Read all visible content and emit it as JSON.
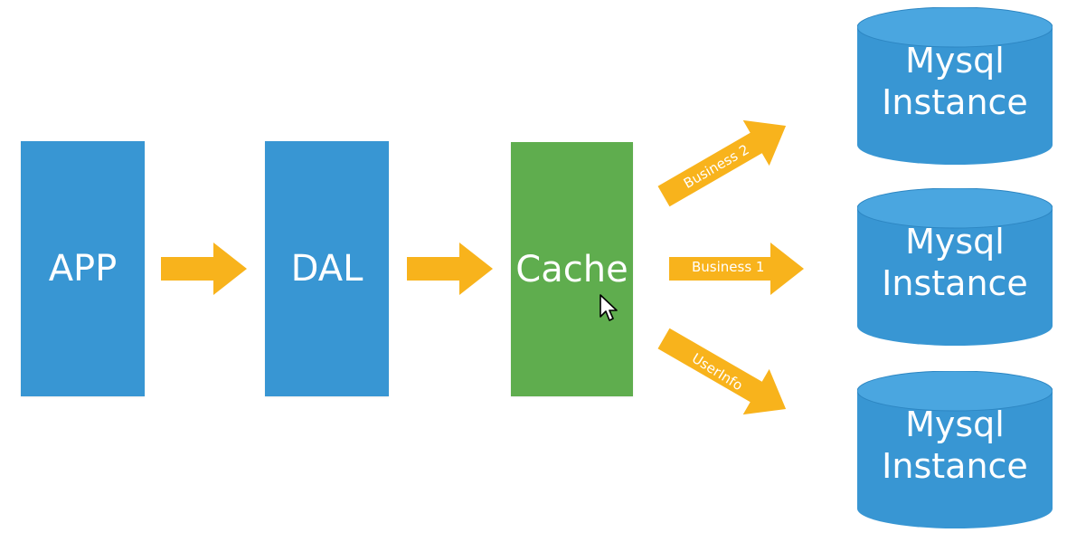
{
  "colors": {
    "blue": "#3896d3",
    "blue_top": "#4aa6e0",
    "blue_edge": "#2d86c2",
    "green": "#5fad4e",
    "arrow": "#f8b31c"
  },
  "nodes": {
    "app": "APP",
    "dal": "DAL",
    "cache": "Cache"
  },
  "routes": {
    "business2": "Business 2",
    "business1": "Business 1",
    "userinfo": "UserInfo"
  },
  "databases": [
    {
      "line1": "Mysql",
      "line2": "Instance"
    },
    {
      "line1": "Mysql",
      "line2": "Instance"
    },
    {
      "line1": "Mysql",
      "line2": "Instance"
    }
  ],
  "icons": {
    "cursor": "mouse-pointer-icon"
  }
}
